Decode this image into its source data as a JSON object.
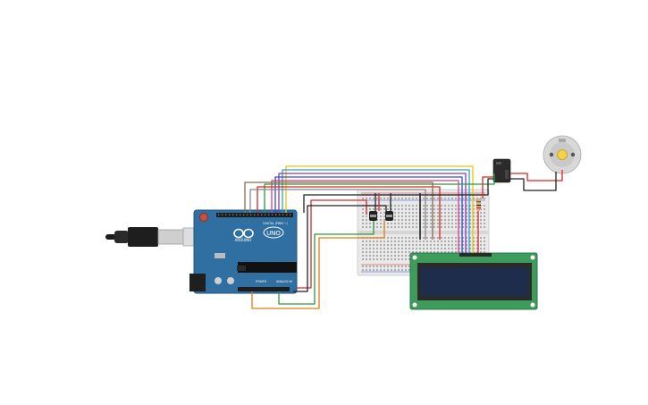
{
  "arduino": {
    "brand": "ARDUINO",
    "model": "UNO",
    "digital_label": "DIGITAL (PWM ~)",
    "power_label": "POWER",
    "analog_label": "ANALOG IN",
    "board_color": "#2f6fa1",
    "header_color": "#1d1d1d"
  },
  "lcd": {
    "pcb_color": "#3d9b5c",
    "screen_color": "#1f2d4d"
  },
  "breadboard": {
    "color": "#e9e9e9"
  },
  "motor": {
    "body_color": "#d8d8d8",
    "shaft_color": "#f2d34a"
  },
  "relay": {
    "color": "#2b2b2b"
  },
  "wire_colors": {
    "yellow": "#f2c200",
    "cyan": "#1fa7d6",
    "purple": "#8c3ab8",
    "blue": "#2a4fd6",
    "pink": "#d63c8c",
    "red": "#d62828",
    "black": "#222222",
    "green": "#2a9a3a",
    "orange": "#e37a10",
    "brown": "#8a6a4a",
    "gray": "#888888"
  }
}
